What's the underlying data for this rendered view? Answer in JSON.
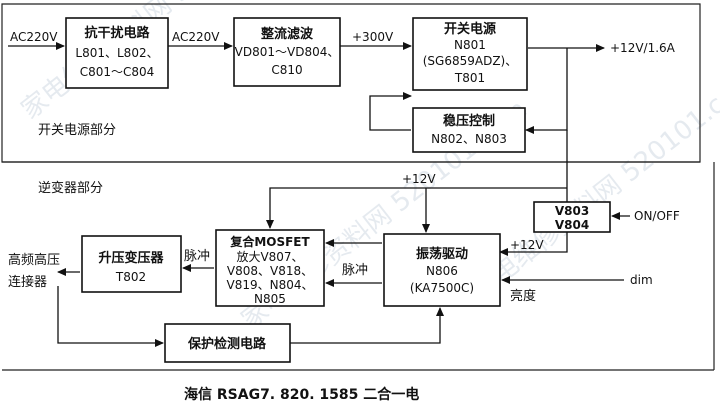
{
  "sections": {
    "switching_power": "开关电源部分",
    "inverter": "逆变器部分"
  },
  "blocks": {
    "emi_filter": {
      "title": "抗干扰电路",
      "line2": "L801、L802、",
      "line3": "C801～C804"
    },
    "rectifier": {
      "title": "整流滤波",
      "line2": "VD801～VD804、",
      "line3": "C810"
    },
    "switch_psu": {
      "title": "开关电源",
      "line2": "N801",
      "line3": "(SG6859ADZ)、",
      "line4": "T801"
    },
    "regulator": {
      "title": "稳压控制",
      "line2": "N802、N803"
    },
    "v803_switch": {
      "line1": "V803",
      "line2": "V804"
    },
    "oscillator": {
      "title": "振荡驱动",
      "line2": "N806",
      "line3": "(KA7500C)"
    },
    "mosfet_amp": {
      "line1": "复合MOSFET",
      "line2": "放大V807、",
      "line3": "V808、V818、",
      "line4": "V819、N804、",
      "line5": "N805"
    },
    "boost_transformer": {
      "title": "升压变压器",
      "line2": "T802"
    },
    "protection": {
      "title": "保护检测电路"
    }
  },
  "labels": {
    "ac_input": "AC220V",
    "ac_mid": "AC220V",
    "dc_300": "+300V",
    "output_12v": "+12V/1.6A",
    "v12_top": "+12V",
    "v12_right": "+12V",
    "on_off": "ON/OFF",
    "dim": "dim",
    "brightness": "亮度",
    "pulse_1": "脉冲",
    "pulse_2": "脉冲",
    "hv_connector_1": "高频高压",
    "hv_connector_2": "连接器"
  },
  "caption": "海信 RSAG7. 820. 1585 二合一电",
  "watermark": "家电维修资料网  520101.com"
}
